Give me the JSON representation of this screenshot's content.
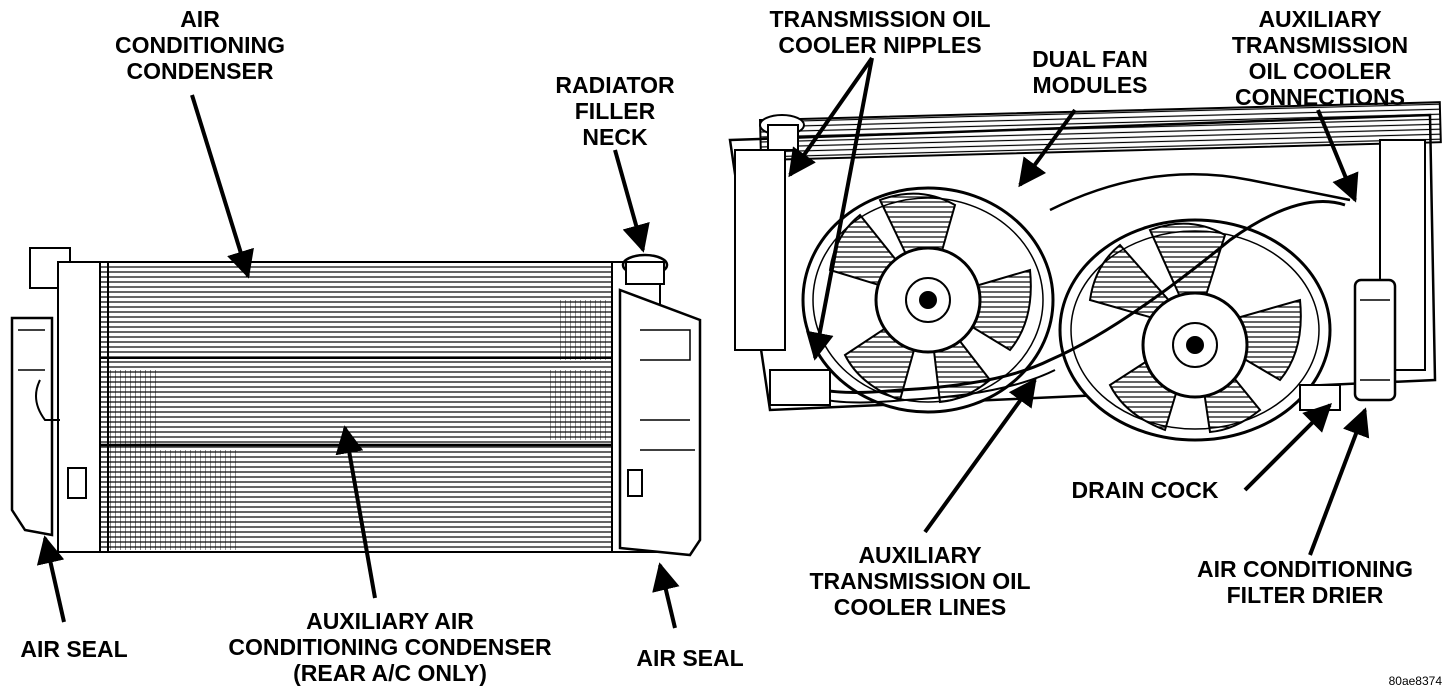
{
  "labels": {
    "ac_condenser": [
      "AIR",
      "CONDITIONING",
      "CONDENSER"
    ],
    "radiator_filler_neck": [
      "RADIATOR",
      "FILLER",
      "NECK"
    ],
    "air_seal_left": [
      "AIR SEAL"
    ],
    "aux_ac_condenser": [
      "AUXILIARY AIR",
      "CONDITIONING CONDENSER",
      "(REAR A/C ONLY)"
    ],
    "air_seal_right": [
      "AIR SEAL"
    ],
    "trans_oil_cooler_nipples": [
      "TRANSMISSION OIL",
      "COOLER NIPPLES"
    ],
    "dual_fan_modules": [
      "DUAL FAN",
      "MODULES"
    ],
    "aux_trans_oil_cooler_connections": [
      "AUXILIARY",
      "TRANSMISSION",
      "OIL COOLER",
      "CONNECTIONS"
    ],
    "drain_cock": [
      "DRAIN COCK"
    ],
    "aux_trans_oil_cooler_lines": [
      "AUXILIARY",
      "TRANSMISSION OIL",
      "COOLER LINES"
    ],
    "ac_filter_drier": [
      "AIR CONDITIONING",
      "FILTER DRIER"
    ]
  },
  "figure_code": "80ae8374"
}
